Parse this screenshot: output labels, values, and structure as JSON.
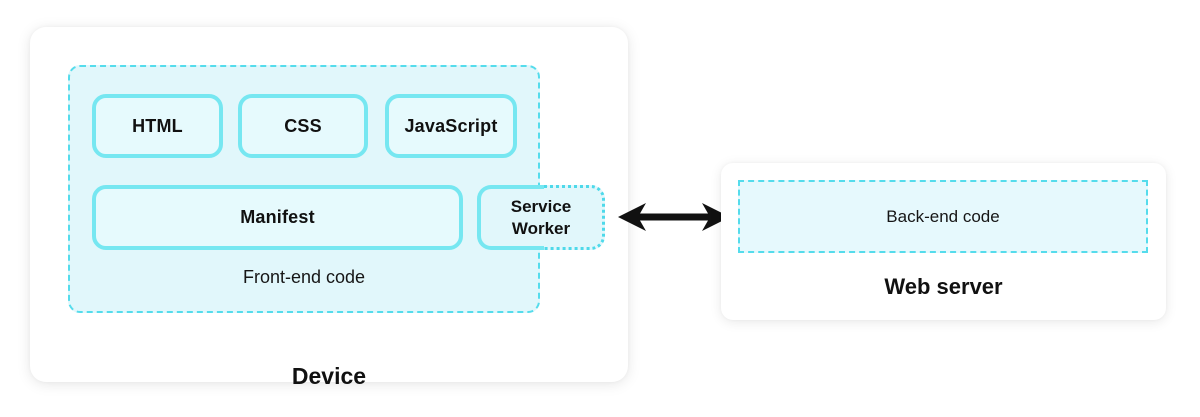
{
  "diagram": {
    "device": {
      "title": "Device",
      "frontend": {
        "label": "Front-end code",
        "boxes": [
          "HTML",
          "CSS",
          "JavaScript"
        ],
        "manifest_label": "Manifest",
        "service_worker_label": "Service Worker"
      }
    },
    "connection": {
      "icon": "double-headed-arrow"
    },
    "web_server": {
      "title": "Web server",
      "backend_label": "Back-end code"
    }
  },
  "colors": {
    "solid_box_border": "#76e7f1",
    "dashed_border": "#55dcec",
    "dotted_border": "#4ed9ea",
    "container_fill": "#e1f7fb",
    "box_fill": "#e6fafd",
    "arrow": "#111111",
    "card_background": "#ffffff",
    "text": "#111111"
  }
}
